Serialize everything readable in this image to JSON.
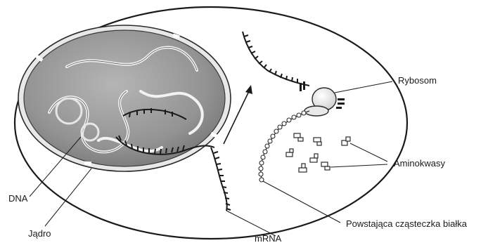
{
  "labels": {
    "dna": "DNA",
    "nucleus": "Jądro",
    "mrna": "mRNA",
    "ribosome": "Rybosom",
    "amino_acids": "Aminokwasy",
    "nascent_protein": "Powstająca cząsteczka białka"
  },
  "colors": {
    "ink": "#1a1a1a",
    "nucleus_fill": "#9c9c9c",
    "nucleus_shade": "#7d7d7d",
    "background": "#ffffff"
  }
}
